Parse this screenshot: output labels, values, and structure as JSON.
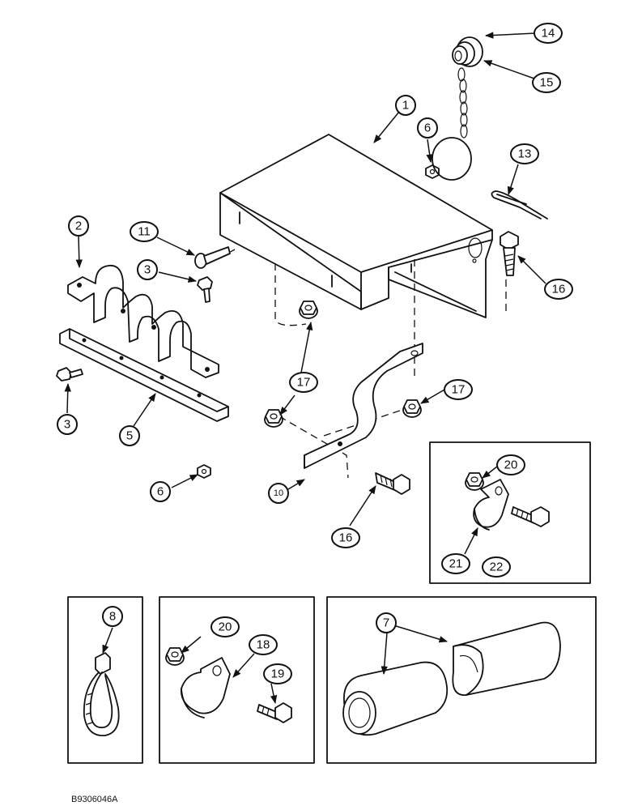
{
  "callouts": [
    {
      "id": "c1",
      "label": "1"
    },
    {
      "id": "c2",
      "label": "2"
    },
    {
      "id": "c3a",
      "label": "3"
    },
    {
      "id": "c3b",
      "label": "3"
    },
    {
      "id": "c5",
      "label": "5"
    },
    {
      "id": "c6a",
      "label": "6"
    },
    {
      "id": "c6b",
      "label": "6"
    },
    {
      "id": "c7",
      "label": "7"
    },
    {
      "id": "c8",
      "label": "8"
    },
    {
      "id": "c10",
      "label": "10"
    },
    {
      "id": "c11",
      "label": "11"
    },
    {
      "id": "c13",
      "label": "13"
    },
    {
      "id": "c14",
      "label": "14"
    },
    {
      "id": "c15",
      "label": "15"
    },
    {
      "id": "c16a",
      "label": "16"
    },
    {
      "id": "c16b",
      "label": "16"
    },
    {
      "id": "c17a",
      "label": "17"
    },
    {
      "id": "c17b",
      "label": "17"
    },
    {
      "id": "c18",
      "label": "18"
    },
    {
      "id": "c19",
      "label": "19"
    },
    {
      "id": "c20a",
      "label": "20"
    },
    {
      "id": "c20b",
      "label": "20"
    },
    {
      "id": "c21",
      "label": "21"
    },
    {
      "id": "c22",
      "label": "22"
    }
  ],
  "drawing_ref": "B9306046A"
}
